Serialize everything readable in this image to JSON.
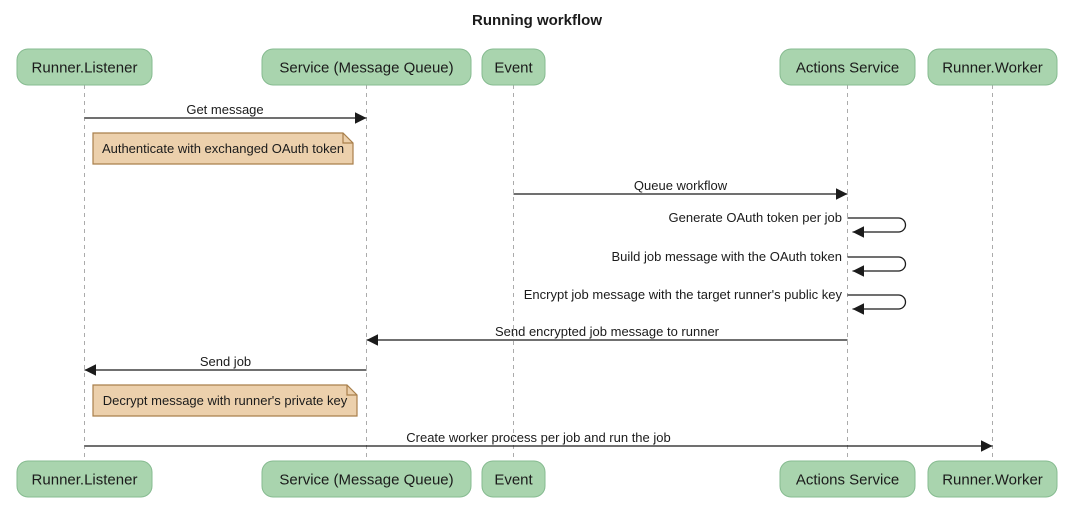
{
  "diagram": {
    "title": "Running workflow",
    "type": "sequence-diagram"
  },
  "participants": [
    {
      "id": "runner-listener",
      "label": "Runner.Listener"
    },
    {
      "id": "service-message-queue",
      "label": "Service (Message Queue)"
    },
    {
      "id": "event",
      "label": "Event"
    },
    {
      "id": "actions-service",
      "label": "Actions Service"
    },
    {
      "id": "runner-worker",
      "label": "Runner.Worker"
    }
  ],
  "messages": [
    {
      "kind": "solid-arrow",
      "from": "Runner.Listener",
      "to": "Service (Message Queue)",
      "label": "Get message"
    },
    {
      "kind": "note",
      "over": "Runner.Listener, Service (Message Queue)",
      "label": "Authenticate with exchanged OAuth token"
    },
    {
      "kind": "solid-arrow",
      "from": "Event",
      "to": "Actions Service",
      "label": "Queue workflow"
    },
    {
      "kind": "self-arrow",
      "from": "Actions Service",
      "to": "Actions Service",
      "label": "Generate OAuth token per job"
    },
    {
      "kind": "self-arrow",
      "from": "Actions Service",
      "to": "Actions Service",
      "label": "Build job message with the OAuth token"
    },
    {
      "kind": "self-arrow",
      "from": "Actions Service",
      "to": "Actions Service",
      "label": "Encrypt job message with the target runner's public key"
    },
    {
      "kind": "solid-arrow",
      "from": "Actions Service",
      "to": "Service (Message Queue)",
      "label": "Send encrypted job message to runner"
    },
    {
      "kind": "solid-arrow",
      "from": "Service (Message Queue)",
      "to": "Runner.Listener",
      "label": "Send job"
    },
    {
      "kind": "note",
      "over": "Runner.Listener, Service (Message Queue)",
      "label": "Decrypt message with runner's private key"
    },
    {
      "kind": "solid-arrow",
      "from": "Runner.Listener",
      "to": "Runner.Worker",
      "label": "Create worker process per job and run the job"
    }
  ],
  "colors": {
    "participant_fill": "#a9d4ae",
    "participant_border": "#86bb90",
    "note_fill": "#ecd0ac",
    "note_fold_fill": "#dcbb92",
    "note_border": "#a97f4b",
    "message_line": "#1b1b1b",
    "lifeline": "#ababab",
    "text": "#1b1b1b",
    "background": "#ffffff"
  }
}
